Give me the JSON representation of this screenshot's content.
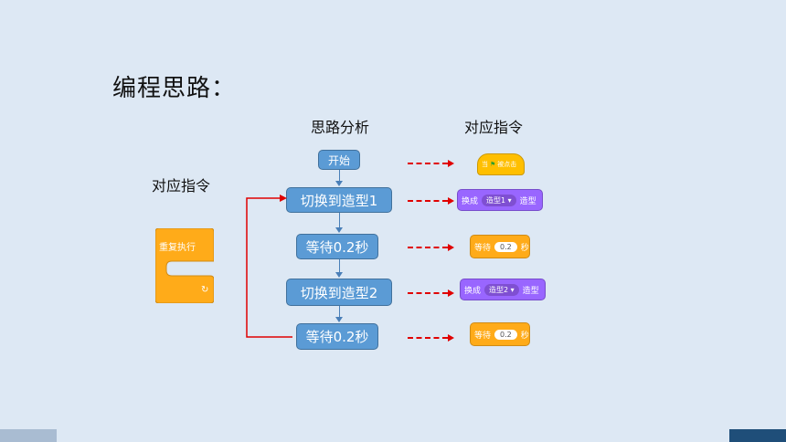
{
  "title": "编程思路：",
  "headers": {
    "analysis": "思路分析",
    "commands_right": "对应指令",
    "commands_left": "对应指令"
  },
  "flow": [
    {
      "label": "开始"
    },
    {
      "label": "切换到造型1"
    },
    {
      "label": "等待0.2秒"
    },
    {
      "label": "切换到造型2"
    },
    {
      "label": "等待0.2秒"
    }
  ],
  "blocks": {
    "flag_start": {
      "text": "当",
      "suffix": "被点击"
    },
    "switch1": {
      "prefix": "换成",
      "value": "造型1 ▾",
      "suffix": "造型"
    },
    "wait1": {
      "prefix": "等待",
      "value": "0.2",
      "suffix": "秒"
    },
    "switch2": {
      "prefix": "换成",
      "value": "造型2 ▾",
      "suffix": "造型"
    },
    "wait2": {
      "prefix": "等待",
      "value": "0.2",
      "suffix": "秒"
    },
    "forever": {
      "label": "重复执行",
      "loop_symbol": "↻"
    }
  },
  "colors": {
    "background": "#dde8f4",
    "flow_box": "#5b9bd5",
    "looks_block": "#9966ff",
    "control_block": "#ffab19",
    "event_block": "#ffbf00",
    "arrow_red": "#e00000"
  }
}
